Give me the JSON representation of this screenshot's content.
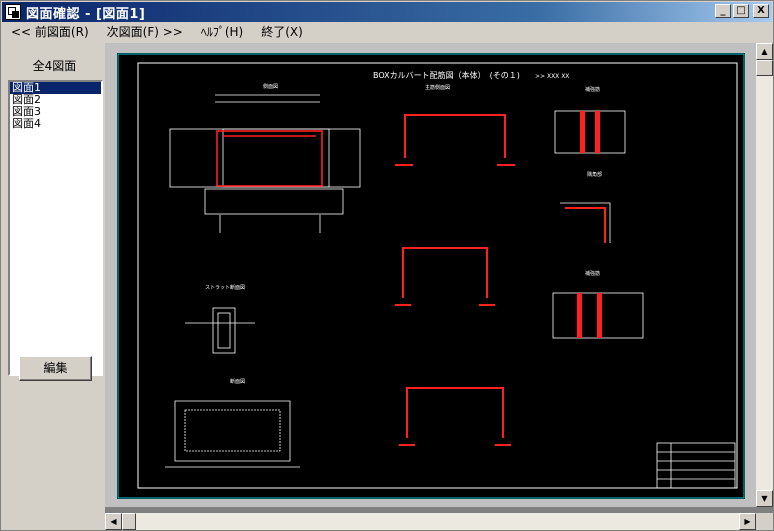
{
  "window": {
    "title": "図面確認 - [図面1]",
    "controls": {
      "minimize": "_",
      "maximize": "□",
      "close": "X"
    }
  },
  "menu": [
    {
      "label": "<< 前図面(R)"
    },
    {
      "label": "次図面(F) >>"
    },
    {
      "label": "ﾍﾙﾌﾟ(H)"
    },
    {
      "label": "終了(X)"
    }
  ],
  "sidebar": {
    "all_button": "全4図面",
    "items": [
      {
        "label": "図面1",
        "selected": true
      },
      {
        "label": "図面2",
        "selected": false
      },
      {
        "label": "図面3",
        "selected": false
      },
      {
        "label": "図面4",
        "selected": false
      }
    ],
    "edit_button": "編集"
  },
  "drawing": {
    "title": "BOXカルバート配筋図（本体）　(その１)",
    "title_note": ">>  XXX  XX",
    "labels": [
      "側面図",
      "主筋側面図",
      "ストラット断面図",
      "断面図",
      "補強筋",
      "隅角部",
      "補強筋"
    ],
    "colors": {
      "background": "#000000",
      "frame": "#00c8c8",
      "line": "#ffffff",
      "rebar": "#ff2020"
    }
  }
}
